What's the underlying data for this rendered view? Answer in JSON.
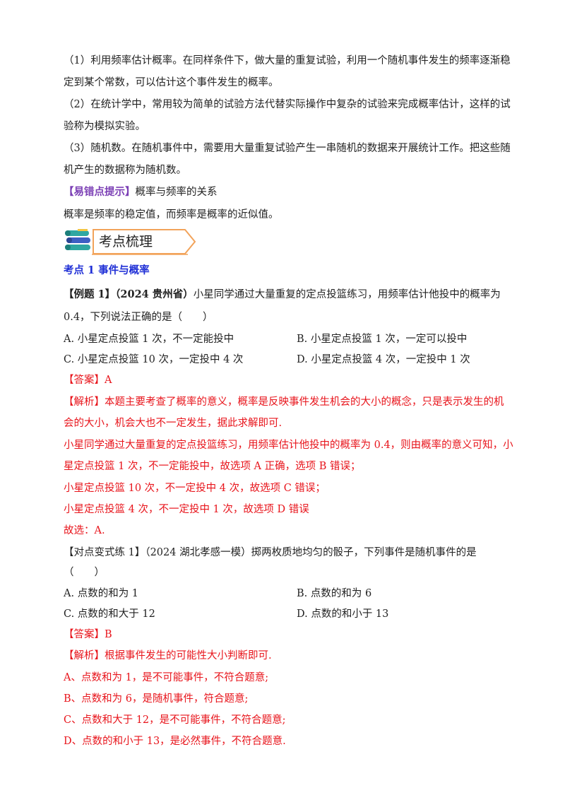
{
  "intro": {
    "p1a": "（1）利用频率估计概率。在同样条件下，做大量的重复试验，利用一个随机事件发生的频率逐渐稳",
    "p1b": "定到某个常数，可以估计这个事件发生的概率。",
    "p2a": "（2）在统计学中，常用较为简单的试验方法代替实际操作中复杂的试验来完成概率估计，这样的试",
    "p2b": "验称为模拟实验。",
    "p3a": "（3）随机数。在随机事件中，需要用大量重复试验产生一串随机的数据来开展统计工作。把这些随",
    "p3b": "机产生的数据称为随机数。",
    "tip_label": "【易错点提示】",
    "tip_text": "概率与频率的关系",
    "tip_body": "概率是频率的稳定值，而频率是概率的近似值。"
  },
  "banner": {
    "label": "考点梳理"
  },
  "section1": {
    "heading": "考点 1  事件与概率"
  },
  "example1": {
    "label": "【例题 1】（2024 贵州省）",
    "q_a": "小星同学通过大量重复的定点投篮练习，用频率估计他投中的概率为",
    "q_b": "0.4，下列说法正确的是（　　）",
    "opt_a": "A. 小星定点投篮 1 次，不一定能投中",
    "opt_b": "B. 小星定点投篮 1 次，一定可以投中",
    "opt_c": "C. 小星定点投篮 10 次，一定投中 4 次",
    "opt_d": "D. 小星定点投篮 4 次，一定投中 1 次",
    "answer": "【答案】A",
    "exp1a": "【解析】本题主要考查了概率的意义，概率是反映事件发生机会的大小的概念，只是表示发生的机",
    "exp1b": "会的大小，机会大也不一定发生，据此求解即可.",
    "exp2a": "小星同学通过大量重复的定点投篮练习，用频率估计他投中的概率为 0.4，则由概率的意义可知，小",
    "exp2b": "星定点投篮 1 次，不一定能投中，故选项 A 正确，选项 B 错误；",
    "exp3": "小星定点投篮 10 次，不一定投中 4 次，故选项 C 错误；",
    "exp4": "小星定点投篮 4 次，不一定投中 1 次，故选项 D 错误",
    "exp5": "故选：A."
  },
  "practice1": {
    "q_a": "【对点变式练 1】（2024 湖北孝感一模）掷两枚质地均匀的骰子，下列事件是随机事件的是",
    "q_b": "（　　）",
    "opt_a": "A.  点数的和为 1",
    "opt_b": "B.  点数的和为 6",
    "opt_c": "C.  点数的和大于 12",
    "opt_d": "D.  点数的和小于 13",
    "answer": "【答案】B",
    "exp_label": "【解析】",
    "exp_text": "根据事件发生的可能性大小判断即可.",
    "exp_a": "A、点数和为 1，是不可能事件，不符合题意;",
    "exp_b": "B、点数和为 6，是随机事件，符合题意;",
    "exp_c": "C、点数和大于 12，是不可能事件，不符合题意;",
    "exp_d": "D、点数的和小于 13，是必然事件，不符合题意."
  },
  "colors": {
    "red": "#e8141b",
    "blue": "#1f2fd6",
    "purple": "#7b3fb5",
    "banner_orange": "#f2a35a"
  }
}
